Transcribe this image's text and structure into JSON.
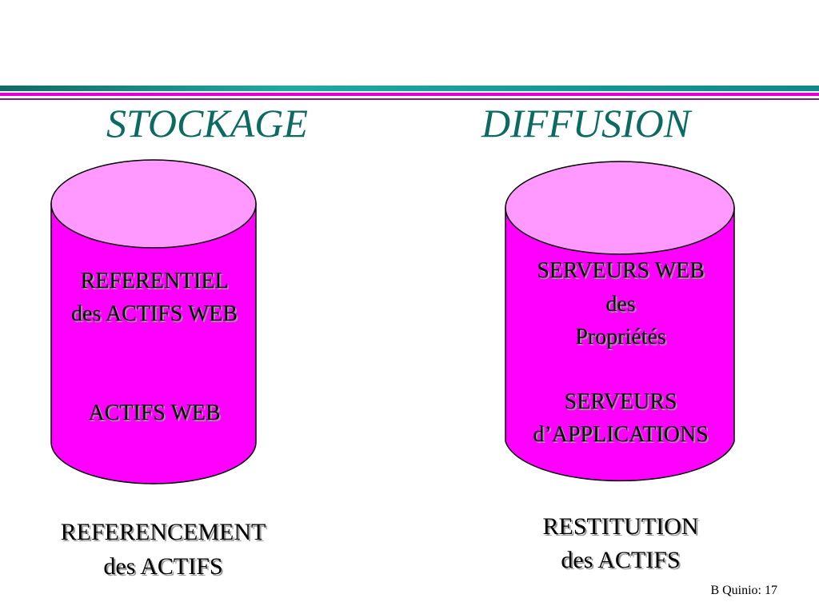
{
  "headings": {
    "left": "STOCKAGE",
    "right": "DIFFUSION"
  },
  "left_cylinder": {
    "line1": "REFERENTIEL",
    "line2": "des ACTIFS WEB",
    "line3": "ACTIFS WEB"
  },
  "right_cylinder": {
    "line1": "SERVEURS WEB",
    "line2": "des",
    "line3": "Propriétés",
    "line4": "SERVEURS",
    "line5": "d’APPLICATIONS"
  },
  "captions": {
    "left_line1": "REFERENCEMENT",
    "left_line2": "des ACTIFS",
    "right_line1": "RESTITUTION",
    "right_line2": "des ACTIFS"
  },
  "footer": "B Quinio: 17",
  "colors": {
    "cylinder_body": "#ff00ff",
    "cylinder_top": "#ff99ff",
    "heading": "#0b6b62",
    "rule_teal": "#1fa9a3",
    "rule_magenta": "#e000d8"
  }
}
